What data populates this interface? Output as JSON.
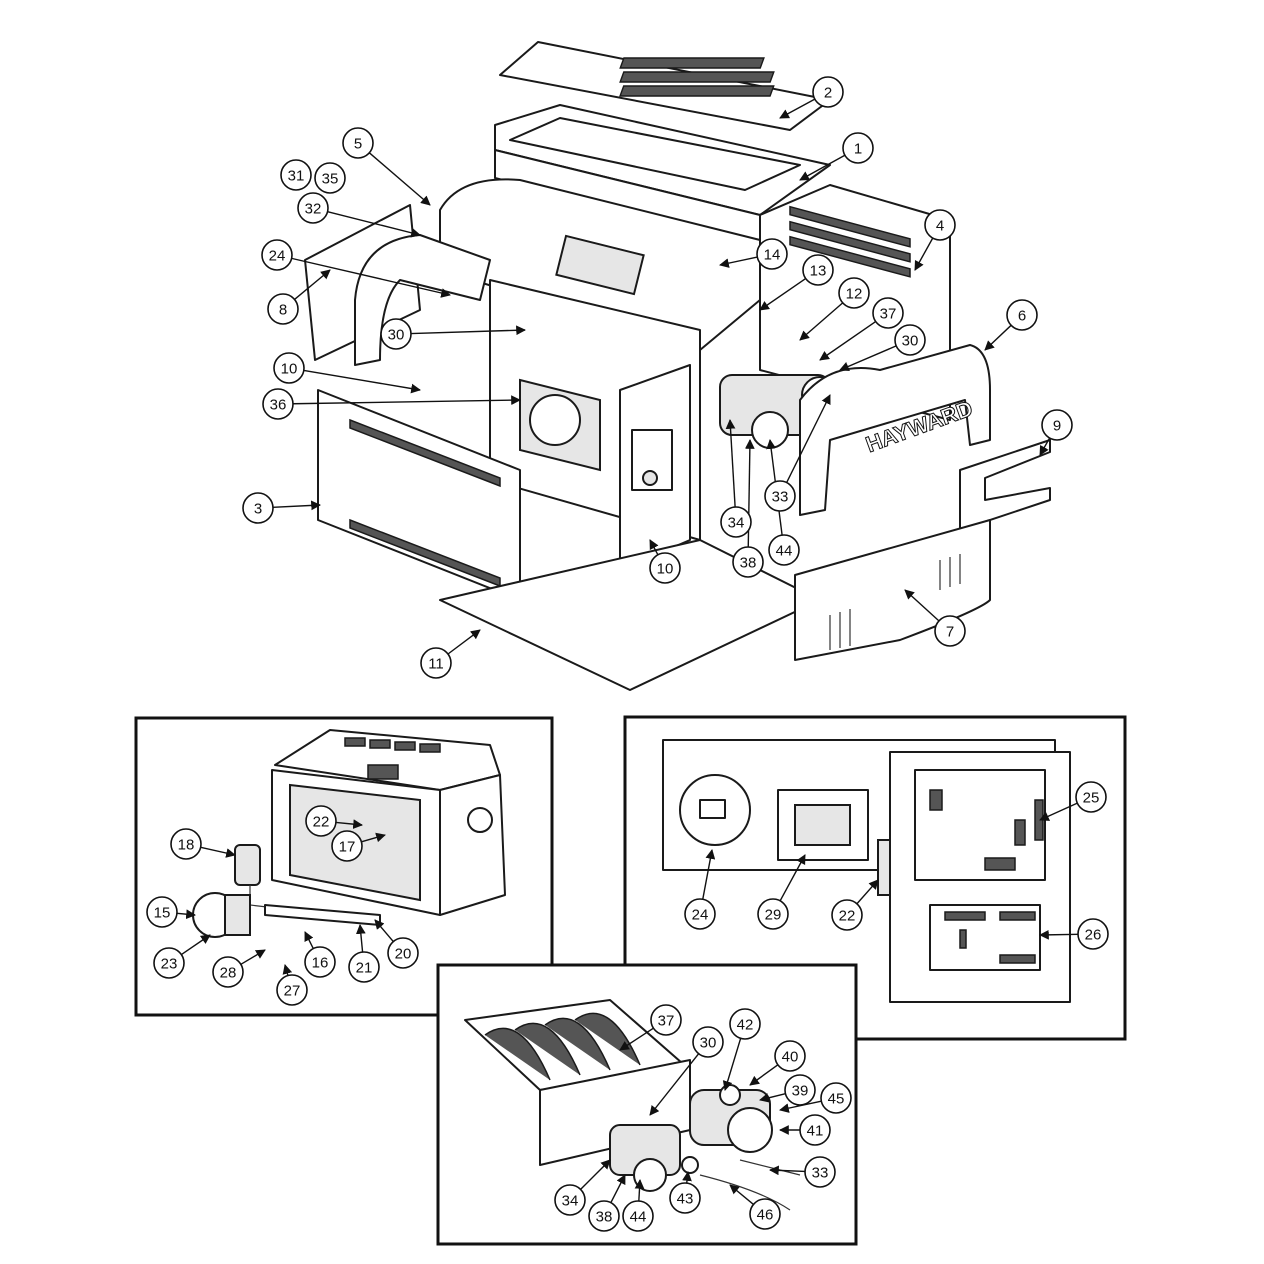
{
  "diagram": {
    "type": "exploded-parts-diagram",
    "brand_logo_text": "HAYWARD",
    "main_assembly": {
      "callouts": [
        "2",
        "1",
        "5",
        "31",
        "35",
        "32",
        "4",
        "24",
        "14",
        "13",
        "8",
        "12",
        "37",
        "6",
        "30",
        "30",
        "10",
        "36",
        "9",
        "3",
        "33",
        "34",
        "44",
        "38",
        "10",
        "7",
        "11"
      ]
    },
    "inset_burner_tray": {
      "callouts": [
        "22",
        "17",
        "18",
        "15",
        "23",
        "28",
        "16",
        "21",
        "20",
        "27"
      ]
    },
    "inset_control_panel": {
      "callouts": [
        "25",
        "24",
        "29",
        "22",
        "26"
      ]
    },
    "inset_heat_exchanger": {
      "callouts": [
        "37",
        "30",
        "42",
        "40",
        "39",
        "45",
        "41",
        "33",
        "34",
        "38",
        "44",
        "43",
        "46"
      ]
    }
  }
}
